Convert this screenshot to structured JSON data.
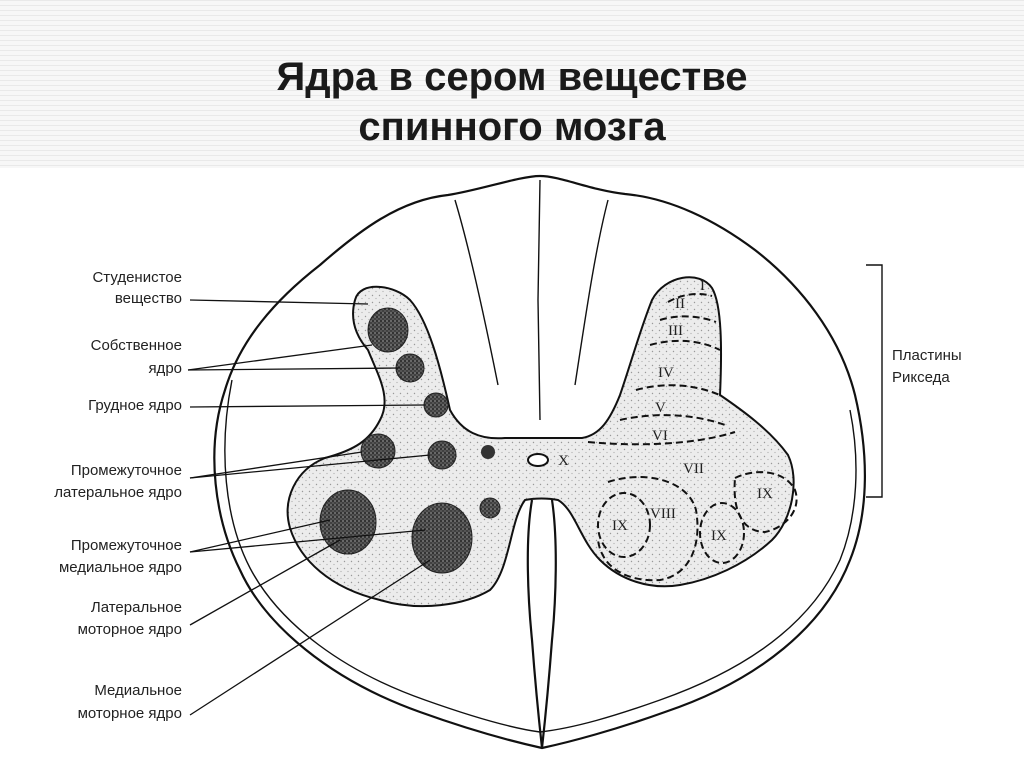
{
  "title": {
    "line1": "Ядра в сером веществе",
    "line2": "спинного мозга"
  },
  "left_labels": [
    {
      "id": "substantia-gelatinosa",
      "lines": [
        "Студенистое",
        "вещество"
      ]
    },
    {
      "id": "nucleus-proprius",
      "lines": [
        "Собственное",
        "ядро"
      ]
    },
    {
      "id": "thoracic-nucleus",
      "lines": [
        "Грудное ядро"
      ]
    },
    {
      "id": "intermediolateral",
      "lines": [
        "Промежуточное",
        "латеральное ядро"
      ]
    },
    {
      "id": "intermediomedial",
      "lines": [
        "Промежуточное",
        "медиальное ядро"
      ]
    },
    {
      "id": "lateral-motor",
      "lines": [
        "Латеральное",
        "моторное ядро"
      ]
    },
    {
      "id": "medial-motor",
      "lines": [
        "Медиальное",
        "моторное ядро"
      ]
    }
  ],
  "right_label": {
    "lines": [
      "Пластины",
      "Рикседа"
    ]
  },
  "laminae": [
    "I",
    "II",
    "III",
    "IV",
    "V",
    "VI",
    "VII",
    "VIII",
    "IX",
    "IX",
    "IX",
    "X"
  ],
  "colors": {
    "ink": "#111111",
    "grey_matter": "#e6e6e6",
    "nucleus": "#3a3a3a"
  }
}
